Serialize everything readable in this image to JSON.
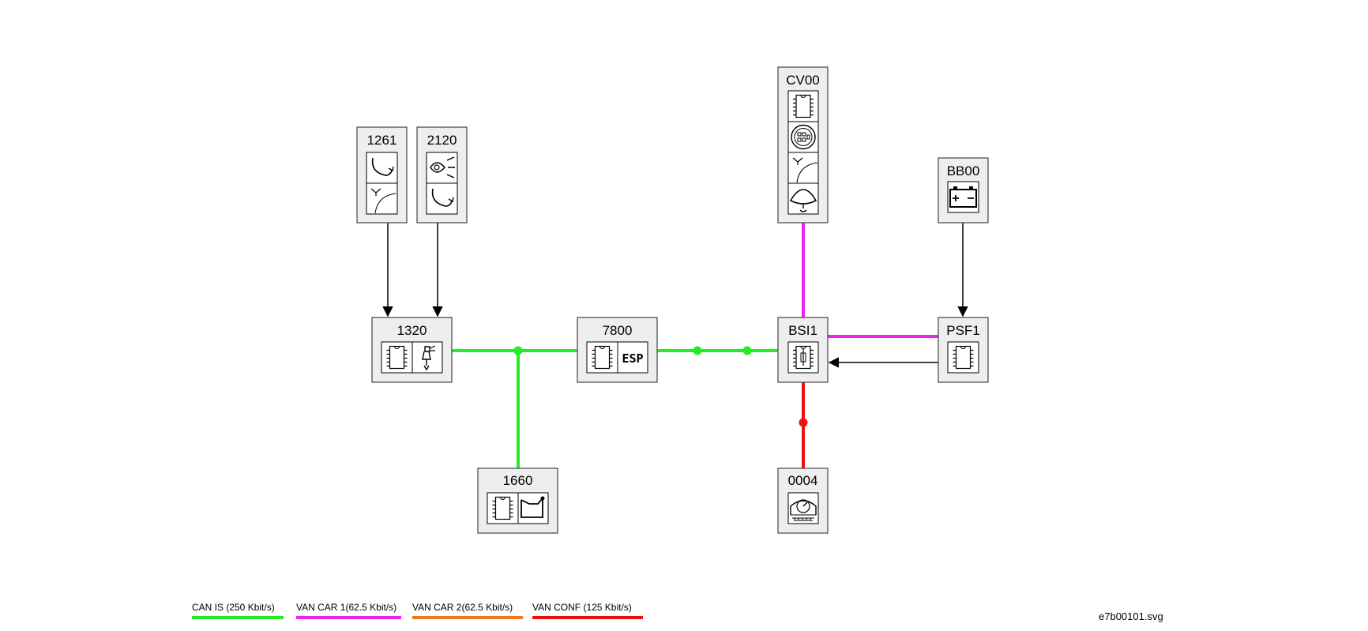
{
  "nodes": {
    "n1261": {
      "label": "1261",
      "icons": [
        "curved-arrow-icon",
        "road-light-icon"
      ]
    },
    "n2120": {
      "label": "2120",
      "icons": [
        "headlight-icon",
        "curved-arrow-icon"
      ]
    },
    "cv00": {
      "label": "CV00",
      "icons": [
        "chip-icon",
        "connector-icon",
        "road-light-icon",
        "horn-icon"
      ]
    },
    "bb00": {
      "label": "BB00",
      "icons": [
        "battery-icon"
      ]
    },
    "n1320": {
      "label": "1320",
      "icons": [
        "chip-icon",
        "injector-icon"
      ]
    },
    "n7800": {
      "label": "7800",
      "icons": [
        "chip-icon",
        "esp-icon"
      ],
      "esp_text": "ESP"
    },
    "bsi1": {
      "label": "BSI1",
      "icons": [
        "fuse-chip-icon"
      ]
    },
    "psf1": {
      "label": "PSF1",
      "icons": [
        "chip-icon"
      ]
    },
    "n1660": {
      "label": "1660",
      "icons": [
        "chip-icon",
        "gearbox-icon"
      ]
    },
    "n0004": {
      "label": "0004",
      "icons": [
        "gauge-icon"
      ]
    }
  },
  "colors": {
    "can_is": "#22ee22",
    "van_car1": "#ee22ee",
    "van_car2": "#ee7722",
    "van_conf": "#ee1111",
    "wire": "#000000",
    "box_fill": "#eeeeee"
  },
  "legend": [
    {
      "label": "CAN IS (250 Kbit/s)",
      "color": "#22ee22"
    },
    {
      "label": "VAN CAR 1(62.5 Kbit/s)",
      "color": "#ee22ee"
    },
    {
      "label": "VAN CAR 2(62.5 Kbit/s)",
      "color": "#ee7722"
    },
    {
      "label": "VAN CONF (125 Kbit/s)",
      "color": "#ee1111"
    }
  ],
  "file_name": "e7b00101.svg"
}
